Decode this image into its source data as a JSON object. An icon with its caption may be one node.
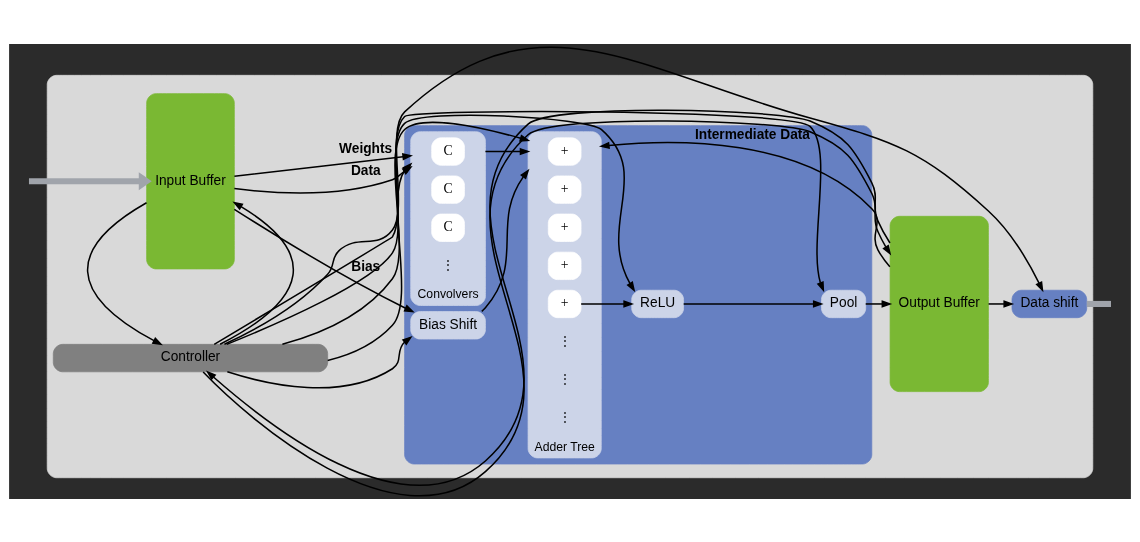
{
  "diagram": {
    "nodes": [
      {
        "text": [],
        "shape": "box"
      },
      {
        "text": [
          "Input Buffer"
        ],
        "in": 0
      },
      {
        "text": [],
        "shape": "box",
        "in": 0
      },
      {
        "text": [
          "Bias Shift"
        ],
        "in": 2
      },
      {
        "text": [
          "Convolvers"
        ],
        "in": 2
      },
      {
        "text": [
          "C"
        ],
        "in": 4
      },
      {
        "text": [
          "C"
        ],
        "in": 4
      },
      {
        "text": [
          "C"
        ],
        "in": 4
      },
      {
        "text": [
          "Adder Tree"
        ],
        "in": 2
      },
      {
        "text": [
          "+"
        ],
        "in": 8
      },
      {
        "text": [
          "+"
        ],
        "in": 8
      },
      {
        "text": [
          "+"
        ],
        "in": 8
      },
      {
        "text": [
          "+"
        ],
        "in": 8
      },
      {
        "text": [
          "+"
        ],
        "in": 8
      },
      {
        "text": [
          "ReLU"
        ],
        "in": 2
      },
      {
        "text": [
          "Pool"
        ],
        "in": 2
      },
      {
        "text": [
          "Output Buffer"
        ],
        "in": 0
      },
      {
        "text": [
          "Data shift"
        ],
        "in": 0
      },
      {
        "text": [
          "Controller"
        ],
        "in": 0
      }
    ],
    "edges": [
      {
        "from": null,
        "to": 1,
        "arrow": "to",
        "style": "thick",
        "color": "#a0a4ab"
      },
      {
        "from": 1,
        "to": 3,
        "arrow": "to",
        "label": "Bias"
      },
      {
        "from": 1,
        "to": 4,
        "arrow": "to",
        "label": "Data"
      },
      {
        "from": 1,
        "to": 4,
        "arrow": "to",
        "label": "Weights"
      },
      {
        "from": 3,
        "to": 8,
        "arrow": "to"
      },
      {
        "from": 16,
        "to": 8,
        "arrow": "to",
        "label": "Intermediate Data"
      },
      {
        "from": 4,
        "to": 8,
        "arrow": "to"
      },
      {
        "from": 13,
        "to": 14,
        "arrow": "to"
      },
      {
        "from": 14,
        "to": 15,
        "arrow": "to"
      },
      {
        "from": 15,
        "to": 16,
        "arrow": "to"
      },
      {
        "from": 16,
        "to": 17,
        "arrow": "to"
      },
      {
        "from": 17,
        "to": null,
        "arrow": "none",
        "style": "thick",
        "color": "#a0a4ab"
      },
      {
        "from": 18,
        "to": 1,
        "arrow": "to"
      },
      {
        "from": 1,
        "to": 18,
        "arrow": "to"
      },
      {
        "from": 18,
        "to": 4,
        "arrow": "to"
      },
      {
        "from": 18,
        "to": 3,
        "arrow": "to"
      },
      {
        "from": 18,
        "to": 8,
        "arrow": "to"
      },
      {
        "from": 18,
        "to": 14,
        "arrow": "to"
      },
      {
        "from": 18,
        "to": 15,
        "arrow": "to"
      },
      {
        "from": 18,
        "to": 16,
        "arrow": "to"
      },
      {
        "from": 16,
        "to": 18,
        "arrow": "to"
      },
      {
        "from": 18,
        "to": 17,
        "arrow": "to"
      }
    ],
    "labels": [
      "⋮",
      "⋮",
      "⋮",
      "⋮"
    ]
  }
}
